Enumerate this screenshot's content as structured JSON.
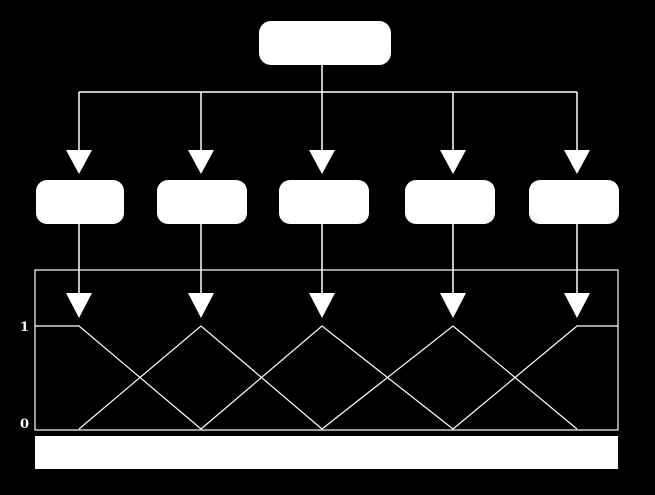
{
  "colors": {
    "background": "#000000",
    "foreground": "#ffffff"
  },
  "diagram": {
    "root_node": {
      "label": ""
    },
    "child_nodes": [
      {
        "label": ""
      },
      {
        "label": ""
      },
      {
        "label": ""
      },
      {
        "label": ""
      },
      {
        "label": ""
      }
    ],
    "membership_panel": {
      "y_axis_top_label": "1",
      "y_axis_bottom_label": "0",
      "functions": [
        {
          "shape": "left-shoulder"
        },
        {
          "shape": "triangle"
        },
        {
          "shape": "triangle"
        },
        {
          "shape": "triangle"
        },
        {
          "shape": "right-shoulder"
        }
      ]
    },
    "bottom_bar": {
      "label": ""
    }
  }
}
